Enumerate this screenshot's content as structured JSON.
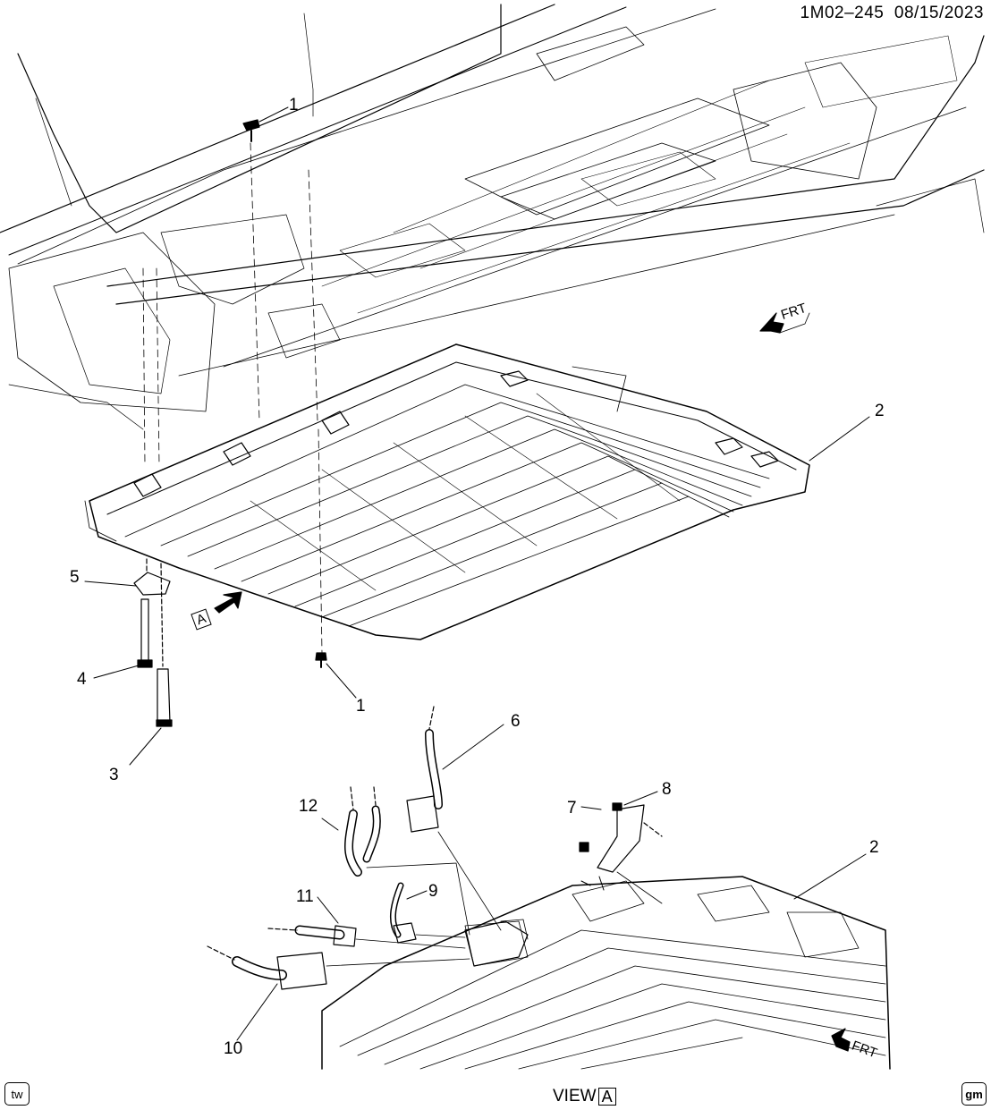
{
  "header": {
    "code": "1M02–245",
    "date": "08/15/2023"
  },
  "callouts": {
    "c1_top": "1",
    "c1_bottom": "1",
    "c2_top": "2",
    "c2_bottom": "2",
    "c3": "3",
    "c4": "4",
    "c5": "5",
    "c6": "6",
    "c7": "7",
    "c8": "8",
    "c9": "9",
    "c10": "10",
    "c11": "11",
    "c12": "12"
  },
  "labels": {
    "frt_top": "FRT",
    "frt_bottom": "FRT",
    "view_marker": "A"
  },
  "footer": {
    "view_text": "VIEW",
    "view_letter": "A",
    "left_badge": "tw",
    "right_badge": "gm"
  }
}
